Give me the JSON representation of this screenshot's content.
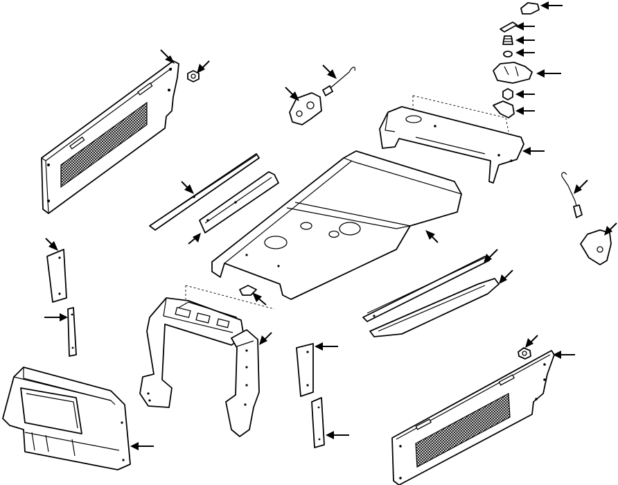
{
  "diagram": {
    "kind": "exploded-parts-illustration",
    "colors": {
      "ink": "#000000",
      "paper": "#ffffff"
    },
    "parts": [
      "left-side-panel",
      "left-panel-nut",
      "latch-catch",
      "latch-rod",
      "latch-knob",
      "latch-spring",
      "latch-washer",
      "latch-nut",
      "rear-cowl-latch-base",
      "latch-retainer-nut",
      "latch-hook",
      "rear-cowl",
      "left-upper-rail",
      "left-lower-rail",
      "hood",
      "hood-clip",
      "hood-support-frame",
      "frame-side-bracket",
      "small-left-plate",
      "small-left-strap",
      "front-grille-housing",
      "center-plate",
      "center-strap",
      "right-upper-rail",
      "right-lower-rail",
      "right-latch-rod",
      "right-latch-catch",
      "right-panel-nut",
      "right-side-panel"
    ]
  }
}
